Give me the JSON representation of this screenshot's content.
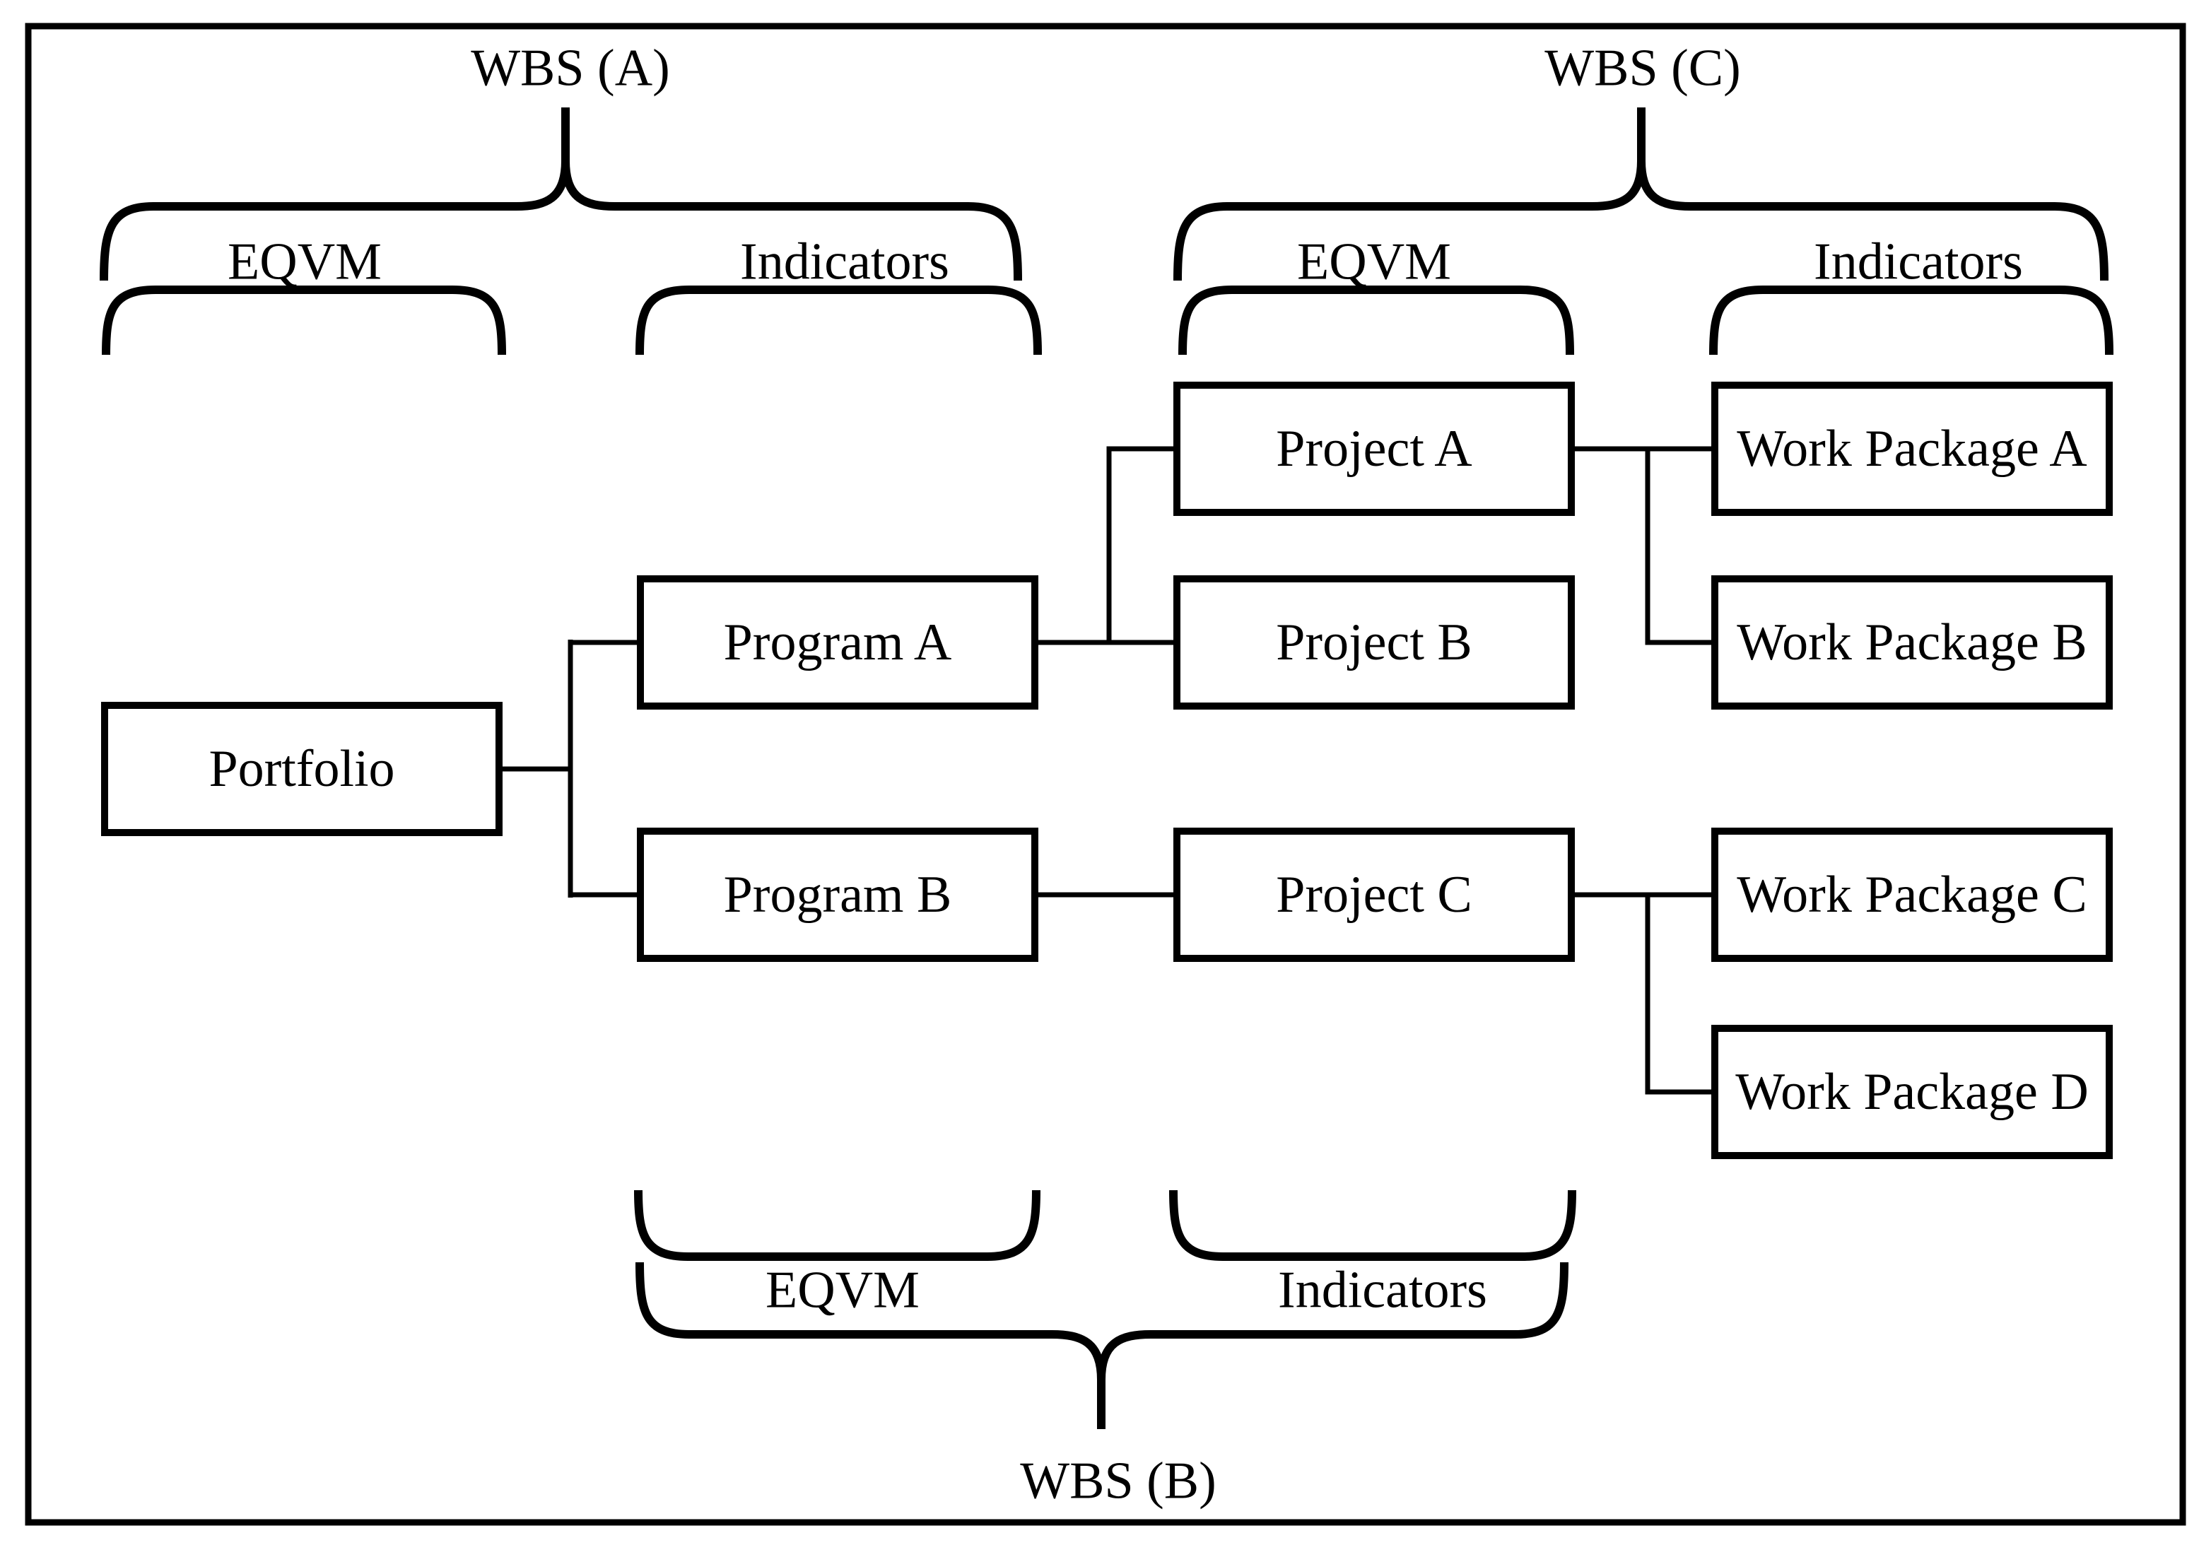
{
  "figure": {
    "background_color": "#ffffff",
    "ink_color": "#000000"
  },
  "groups": {
    "wbs_a": {
      "title": "WBS (A)",
      "eqvm": "EQVM",
      "indicators": "Indicators"
    },
    "wbs_c": {
      "title": "WBS (C)",
      "eqvm": "EQVM",
      "indicators": "Indicators"
    },
    "wbs_b": {
      "title": "WBS (B)",
      "eqvm": "EQVM",
      "indicators": "Indicators"
    }
  },
  "nodes": {
    "portfolio": "Portfolio",
    "program_a": "Program A",
    "program_b": "Program B",
    "project_a": "Project A",
    "project_b": "Project B",
    "project_c": "Project C",
    "work_package_a": "Work Package A",
    "work_package_b": "Work Package B",
    "work_package_c": "Work Package C",
    "work_package_d": "Work Package D"
  }
}
